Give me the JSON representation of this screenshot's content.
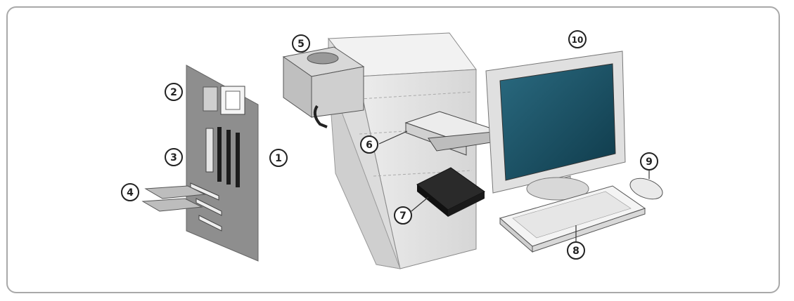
{
  "callouts": [
    {
      "id": "motherboard",
      "text": "1"
    },
    {
      "id": "cpu",
      "text": "2"
    },
    {
      "id": "ram",
      "text": "3"
    },
    {
      "id": "expansion-cards",
      "text": "4"
    },
    {
      "id": "power-supply",
      "text": "5"
    },
    {
      "id": "optical-drive",
      "text": "6"
    },
    {
      "id": "hard-drive",
      "text": "7"
    },
    {
      "id": "keyboard",
      "text": "8"
    },
    {
      "id": "mouse",
      "text": "9"
    },
    {
      "id": "monitor",
      "text": "10"
    }
  ],
  "colors": {
    "frame": "#a9a9a9",
    "board": "#8e8e8e",
    "case": "#e2e2e2",
    "screen": "#1a4a5c",
    "outline": "#555555"
  }
}
